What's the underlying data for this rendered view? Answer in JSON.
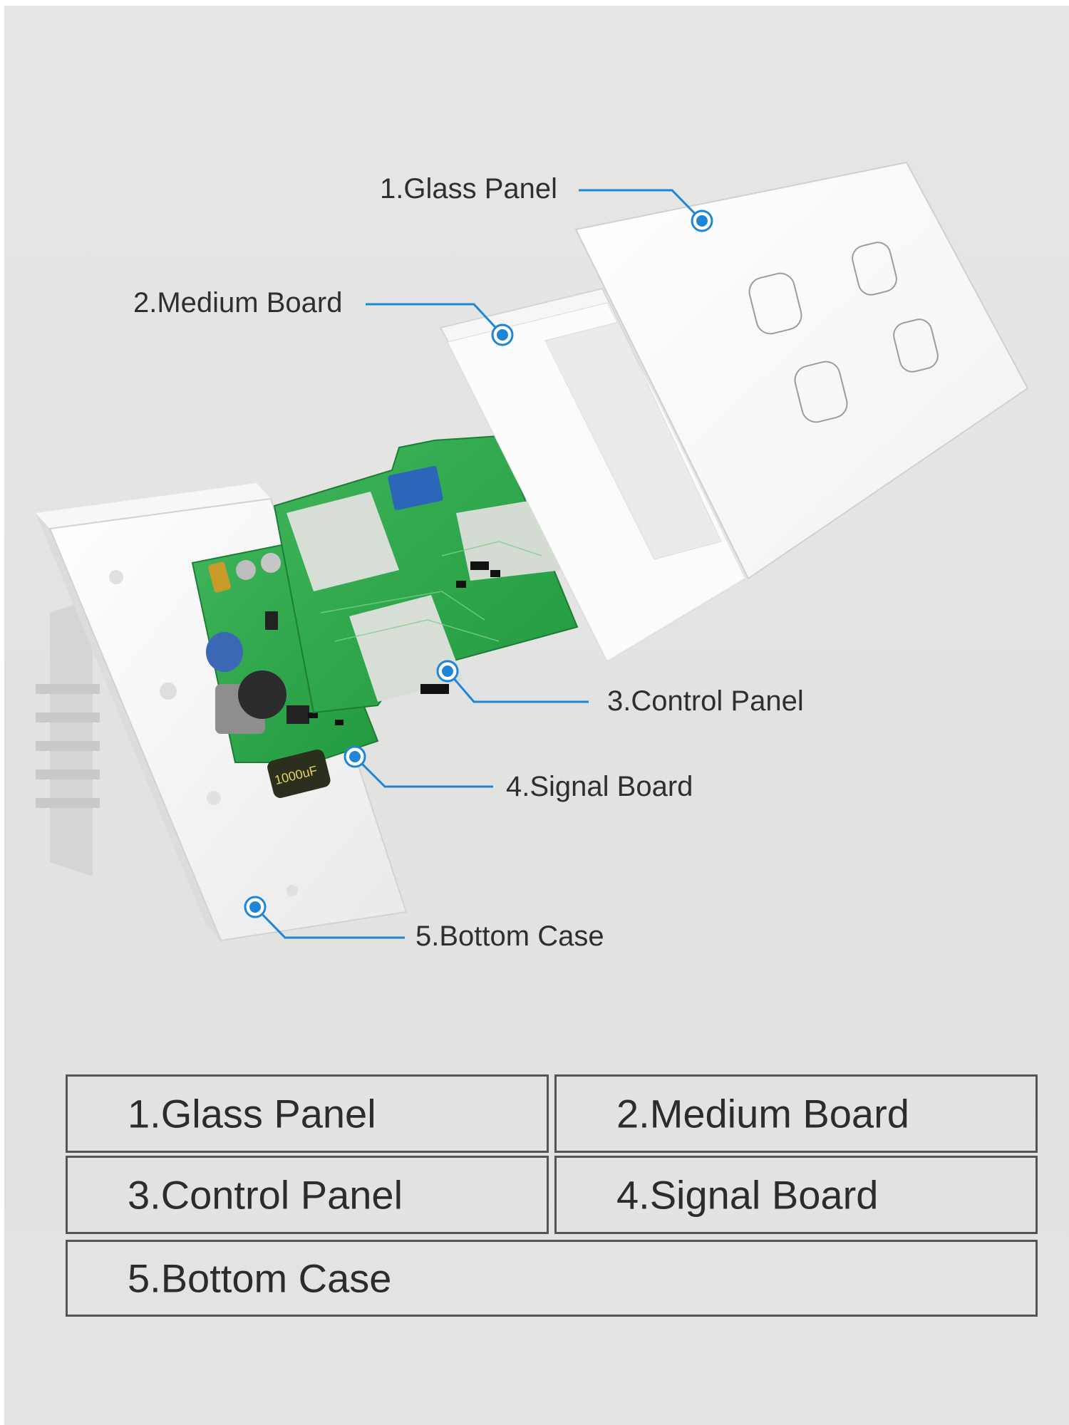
{
  "parts": [
    {
      "label": "1.Glass Panel"
    },
    {
      "label": "2.Medium Board"
    },
    {
      "label": "3.Control Panel"
    },
    {
      "label": "4.Signal Board"
    },
    {
      "label": "5.Bottom Case"
    }
  ],
  "colors": {
    "callout_blue": "#1f86d6",
    "pcb_green": "#2fa34a",
    "panel_white": "#fbfbfb",
    "table_border": "#555555"
  }
}
